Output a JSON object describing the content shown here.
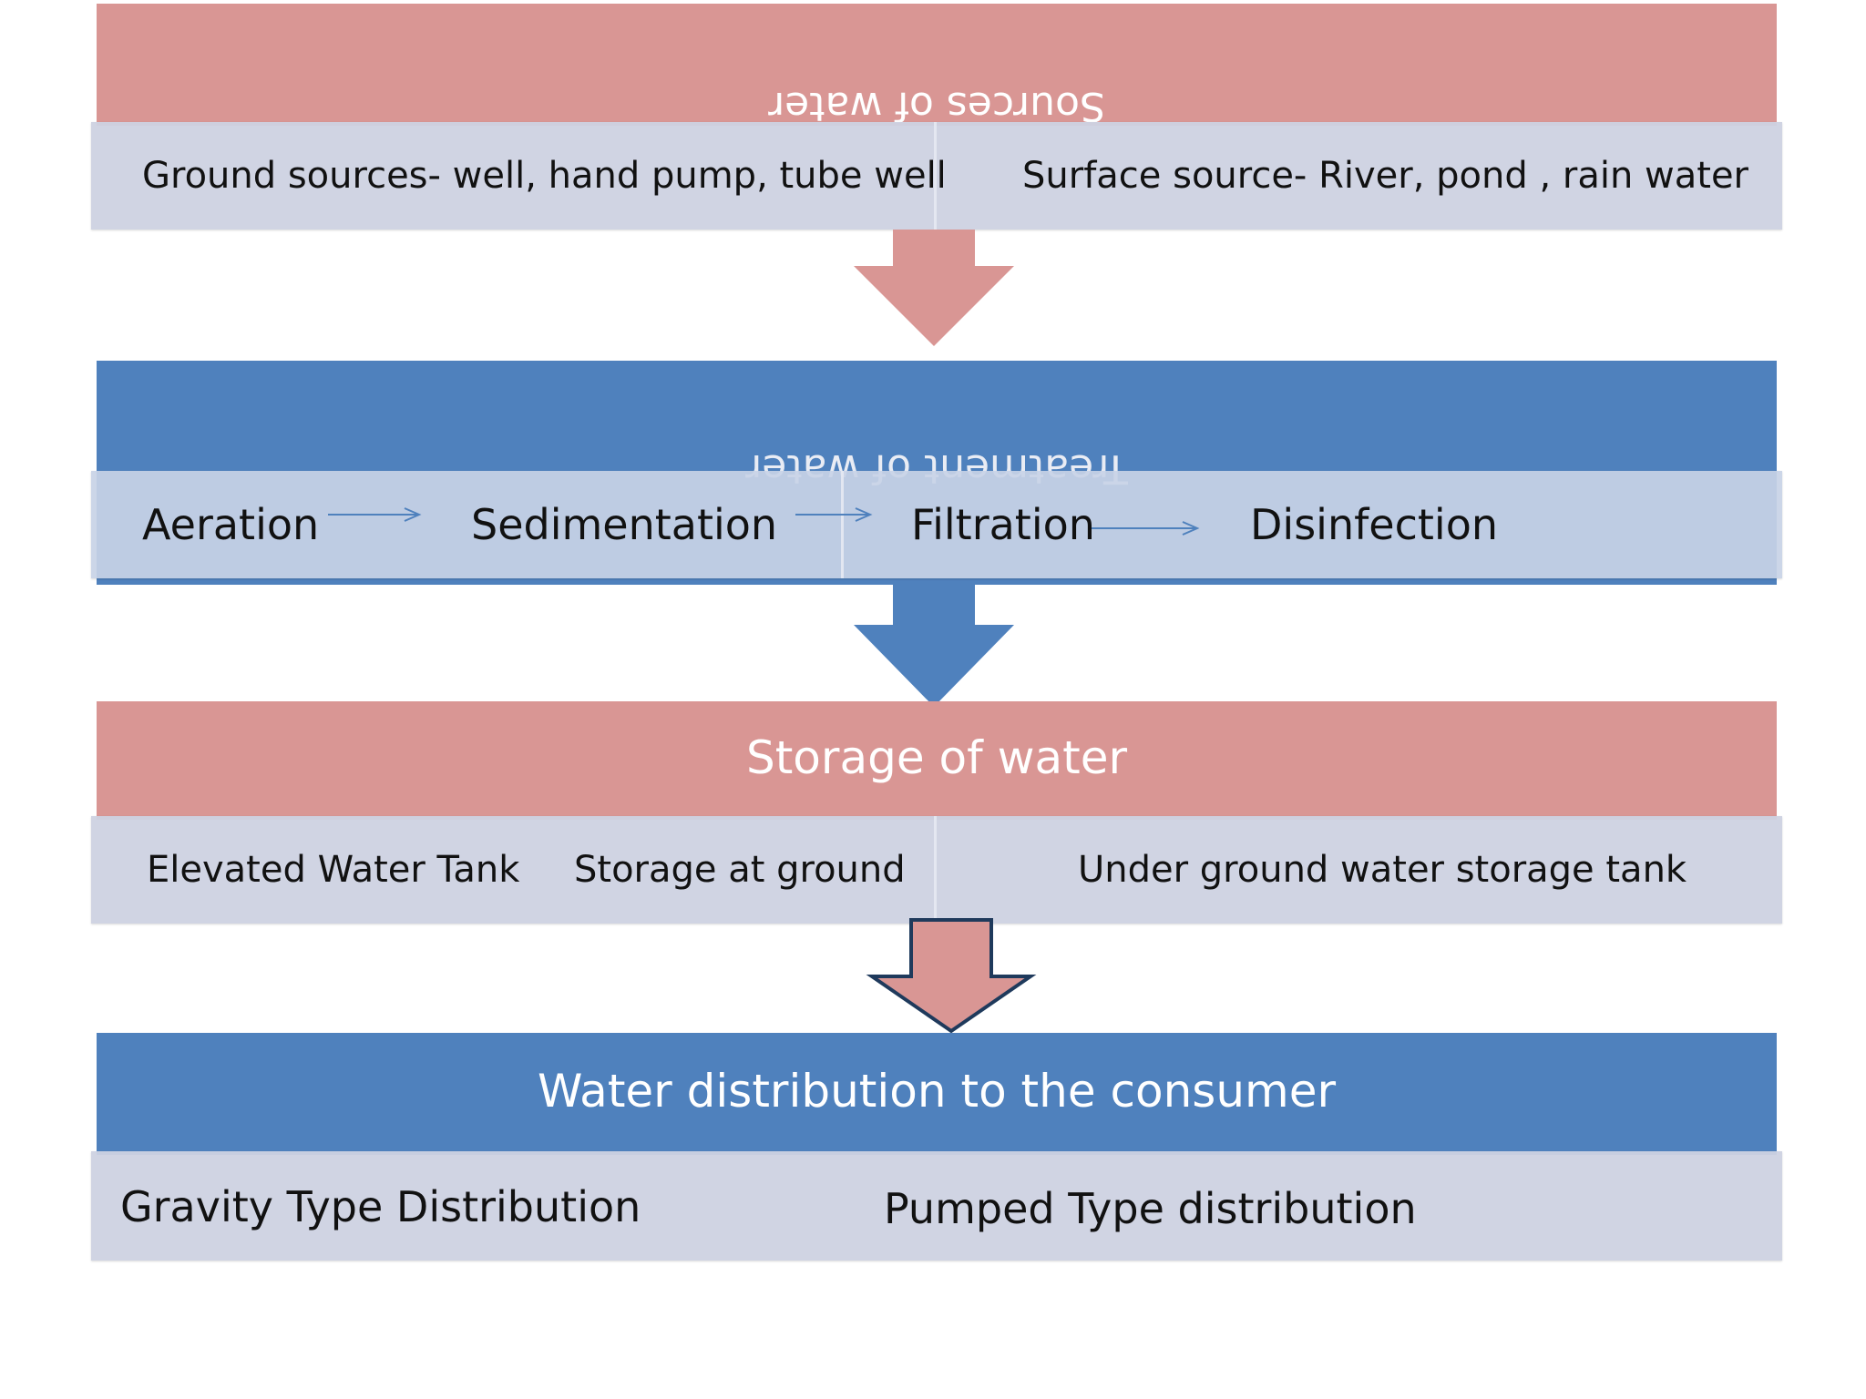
{
  "colors": {
    "red": "#d99694",
    "blue": "#4f81bd",
    "row": "#cdd2e2",
    "text": "#111111"
  },
  "steps": [
    {
      "title": "Sources of water",
      "title_orientation": "upside-down",
      "items": [
        "Ground sources- well, hand pump, tube well",
        "Surface source- River, pond , rain water"
      ]
    },
    {
      "title": "Treatment of water",
      "title_orientation": "upside-down",
      "items": [
        "Aeration",
        "Sedimentation",
        "Filtration",
        "Disinfection"
      ]
    },
    {
      "title": "Storage of water",
      "items": [
        "Elevated Water Tank",
        "Storage at ground",
        "Under ground water storage tank"
      ]
    },
    {
      "title": "Water distribution to the consumer",
      "items": [
        "Gravity Type Distribution",
        "Pumped Type distribution"
      ]
    }
  ]
}
